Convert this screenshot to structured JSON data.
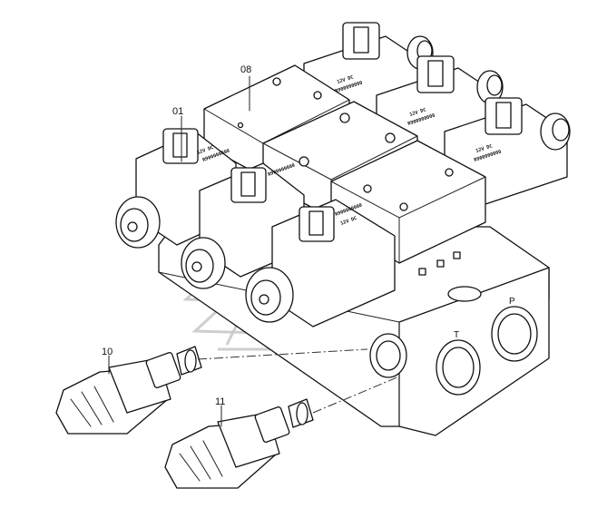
{
  "callouts": [
    {
      "id": "01",
      "text": "01"
    },
    {
      "id": "08",
      "text": "08"
    },
    {
      "id": "10",
      "text": "10"
    },
    {
      "id": "11",
      "text": "11"
    }
  ],
  "ports": {
    "t": "T",
    "p": "P"
  },
  "coil_text": {
    "voltage": "12V DC",
    "code": "R900000000"
  },
  "colors": {
    "line": "#111111",
    "background": "#ffffff",
    "watermark": "#c9c9c9"
  }
}
